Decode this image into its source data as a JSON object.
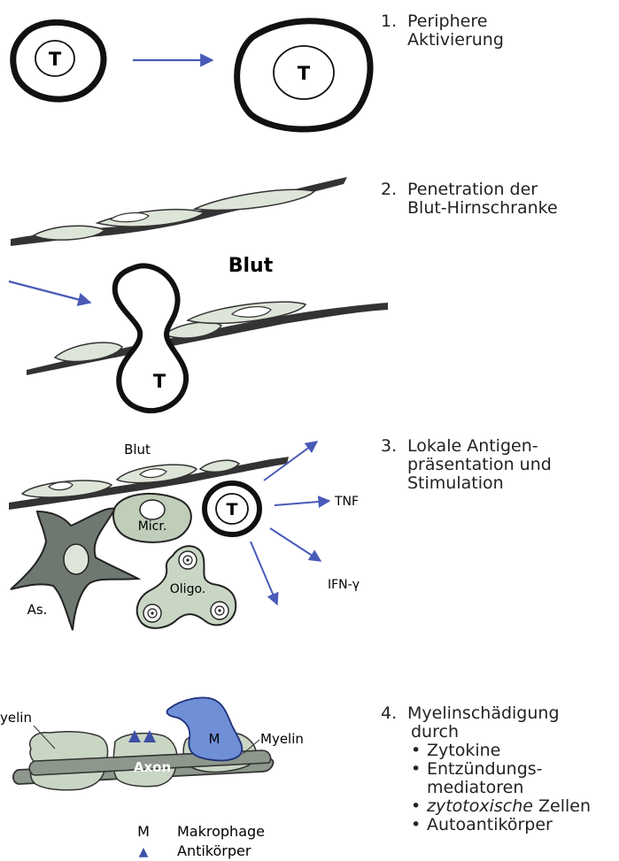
{
  "steps": [
    {
      "number": "1.",
      "lines": [
        "Periphere",
        "Aktivierung"
      ]
    },
    {
      "number": "2.",
      "lines": [
        "Penetration der",
        "Blut-Hirnschranke"
      ]
    },
    {
      "number": "3.",
      "lines": [
        "Lokale Antigen-",
        "präsentation und",
        "Stimulation"
      ]
    },
    {
      "number": "4.",
      "lines": [
        "Myelinschädigung",
        "durch"
      ],
      "bullets": [
        {
          "text": "Zytokine"
        },
        {
          "text": "Entzündungs-",
          "cont": "mediatoren"
        },
        {
          "italic": "zytotoxische",
          "text": " Zellen"
        },
        {
          "text": "Autoantikörper"
        }
      ]
    }
  ],
  "labels": {
    "t_cell": "T",
    "blood_bold": "Blut",
    "blood": "Blut",
    "tnf": "TNF",
    "ifn": "IFN-γ",
    "microglia": "Micr.",
    "astrocyte": "As.",
    "oligodendrocyte": "Oligo.",
    "myelin_left": "yelin",
    "myelin_right": "Myelin",
    "axon": "Axon",
    "macrophage_short": "M"
  },
  "legend": [
    {
      "symbol": "M",
      "label": "Makrophage"
    },
    {
      "symbol": "▲",
      "label": "Antikörper"
    }
  ],
  "colors": {
    "arrow": "#4a5ab8",
    "cell_fill": "#c9d6c4",
    "cell_dark": "#444444",
    "macrophage": "#6f8fd6",
    "antibody": "#3d4fa6",
    "axon": "#8d978c"
  }
}
